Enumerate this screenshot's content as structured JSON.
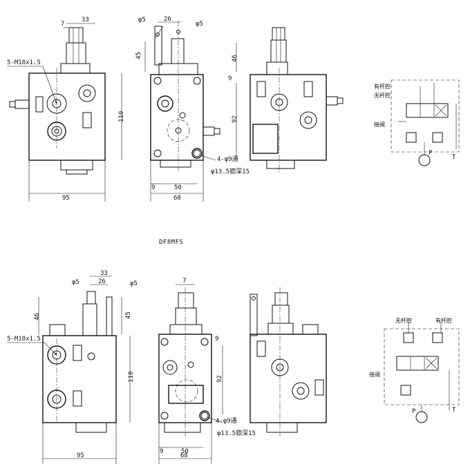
{
  "title": "DF8MFS",
  "top_row": {
    "front": {
      "width": "95",
      "height": "110",
      "top": "7",
      "top2": "33",
      "port": "5-M18x1.5"
    },
    "side": {
      "phi_left": "φ5",
      "phi_right": "φ5",
      "top_dim": "26",
      "h45": "45",
      "b9": "9",
      "b50": "50",
      "b68": "68",
      "holes": "4-φ9通",
      "cbore": "φ13.5锪深15"
    },
    "rear": {
      "h46": "46",
      "h9": "9",
      "h92": "92"
    }
  },
  "bottom_row": {
    "front": {
      "phi_left": "φ5",
      "phi_right": "φ5",
      "d33": "33",
      "d26": "26",
      "h46": "46",
      "h45": "45",
      "port": "5-M18x1.5",
      "h110": "110",
      "width": "95"
    },
    "side": {
      "top": "7",
      "h9": "9",
      "h92": "92",
      "b9": "9",
      "b50": "50",
      "b68": "68",
      "holes": "4-φ9通",
      "cbore": "φ13.5锪深15"
    }
  },
  "schematic_top": {
    "rod_side": "有杆腔",
    "rodless_side": "无杆腔",
    "valve": "接阀",
    "P": "P",
    "T": "T"
  },
  "schematic_bottom": {
    "rodless_side": "无杆腔",
    "rod_side": "有杆腔",
    "valve": "接阀",
    "P": "P",
    "T": "T"
  }
}
